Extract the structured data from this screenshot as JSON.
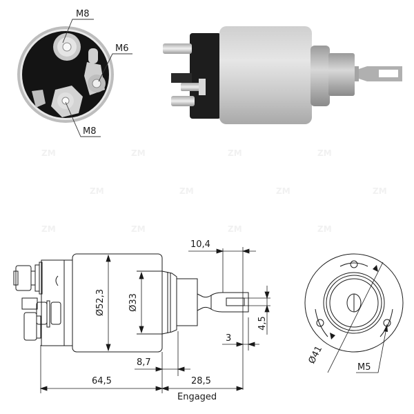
{
  "photo_front": {
    "callouts": [
      {
        "id": "top-terminal",
        "label": "M8"
      },
      {
        "id": "side-terminal",
        "label": "M6"
      },
      {
        "id": "bottom-terminal",
        "label": "M8"
      }
    ]
  },
  "photo_side": {
    "watermark": "ZM"
  },
  "drawing_side": {
    "dimensions": {
      "body_diameter": "Ø52,3",
      "nose_diameter": "Ø33",
      "lug_length": "10,4",
      "lug_slot_width": "4,5",
      "lug_offset": "3",
      "flange_offset": "8,7",
      "body_length": "64,5",
      "plunger_length": "28,5",
      "plunger_state": "Engaged"
    }
  },
  "drawing_front": {
    "dimensions": {
      "bolt_circle_diameter": "Ø41",
      "mount_thread": "M5"
    }
  },
  "colors": {
    "line": "#1a1a1a",
    "housing_dark": "#151515",
    "metal_light": "#d4d4d4",
    "metal_mid": "#b9b9b9",
    "metal_dark": "#8e8e8e"
  }
}
